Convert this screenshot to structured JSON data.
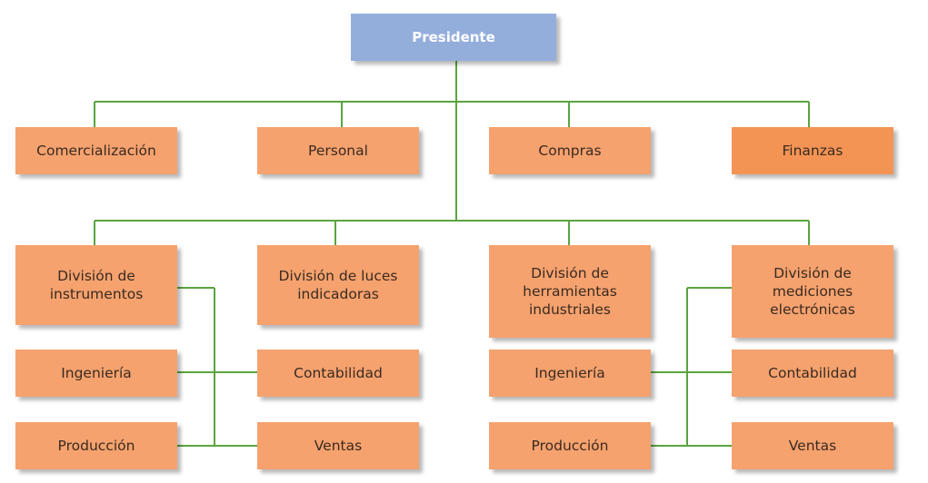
{
  "colors": {
    "connector": "#5aa43f",
    "box": "#f5a26e",
    "box_top": "#f39455",
    "president": "#94aedc"
  },
  "president": {
    "label": "Presidente"
  },
  "staff": [
    {
      "label": "Comercialización"
    },
    {
      "label": "Personal"
    },
    {
      "label": "Compras"
    },
    {
      "label": "Finanzas"
    }
  ],
  "divisions": [
    {
      "label": "División de\ninstrumentos"
    },
    {
      "label": "División de luces\nindicadoras"
    },
    {
      "label": "División de\nherramientas\nindustriales"
    },
    {
      "label": "División de\nmediciones\nelectrónicas"
    }
  ],
  "left_units": [
    {
      "label": "Ingeniería"
    },
    {
      "label": "Contabilidad"
    },
    {
      "label": "Producción"
    },
    {
      "label": "Ventas"
    }
  ],
  "right_units": [
    {
      "label": "Ingeniería"
    },
    {
      "label": "Contabilidad"
    },
    {
      "label": "Producción"
    },
    {
      "label": "Ventas"
    }
  ]
}
